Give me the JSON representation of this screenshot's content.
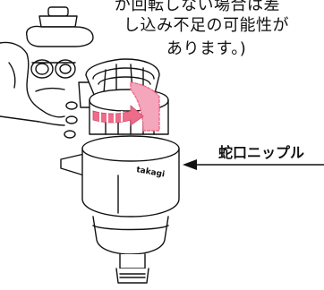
{
  "note": {
    "line1": "が回転しない場合は差",
    "line2": "し込み不足の可能性が",
    "line3": "あります。)"
  },
  "callout": {
    "label": "蛇口ニップル"
  },
  "product": {
    "brand": "takagi"
  },
  "colors": {
    "rotation_arrow": "#ef6b8a",
    "rotation_highlight": "#f4a6bd",
    "ink": "#111111"
  },
  "icons": {
    "rotation": "curved-arrow-icon",
    "pointer": "left-arrow-icon"
  }
}
